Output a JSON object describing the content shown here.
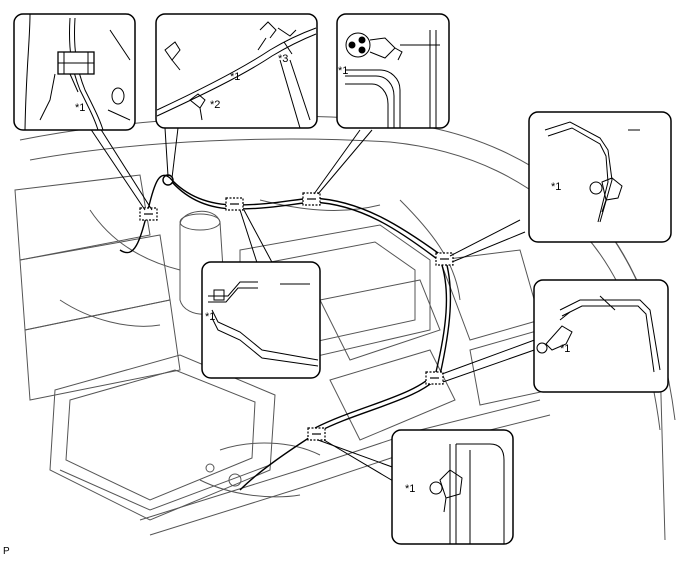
{
  "figure_code": "P",
  "callouts": [
    {
      "id": "top-left",
      "labels": [
        "*1"
      ]
    },
    {
      "id": "top-center",
      "labels": [
        "*1",
        "*2",
        "*3"
      ]
    },
    {
      "id": "top-right",
      "labels": [
        "*1"
      ]
    },
    {
      "id": "right-upper",
      "labels": [
        "*1"
      ]
    },
    {
      "id": "center",
      "labels": [
        "*1"
      ]
    },
    {
      "id": "right-lower",
      "labels": [
        "*1"
      ]
    },
    {
      "id": "bottom",
      "labels": [
        "*1"
      ]
    }
  ],
  "colors": {
    "line": "#000000",
    "background": "#ffffff",
    "engine_line": "#555555"
  }
}
